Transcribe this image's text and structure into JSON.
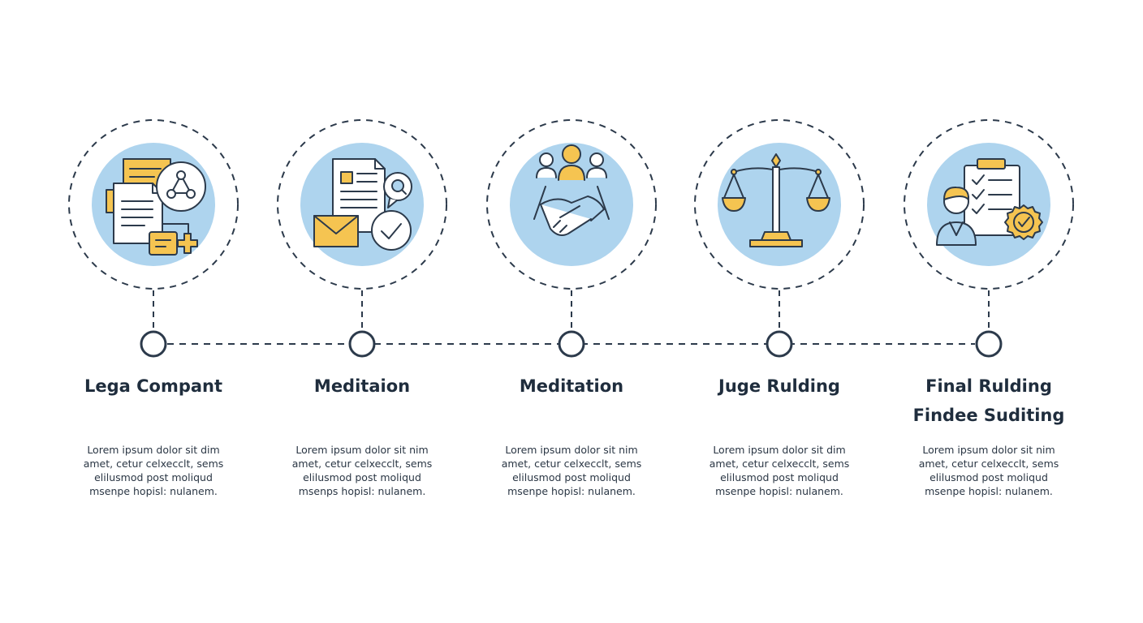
{
  "diagram": {
    "colors": {
      "navy": "#1f2d3d",
      "circle_fill": "#aed4ee",
      "accent_yellow": "#f5c451",
      "outline": "#2c3a4b"
    },
    "steps": [
      {
        "icon": "legal-documents-network-icon",
        "title_lines": [
          "Lega Compant"
        ],
        "description_lines": [
          "Lorem ipsum dolor sit dim",
          "amet, cetur celxecclt, sems",
          "elilusmod post moliqud",
          "msenpe hopisl: nulanem."
        ]
      },
      {
        "icon": "document-envelope-check-icon",
        "title_lines": [
          "Meditaion"
        ],
        "description_lines": [
          "Lorem ipsum dolor sit nim",
          "amet, cetur celxecclt, sems",
          "elilusmod post moliqud",
          "msenps hopisl: nulanem."
        ]
      },
      {
        "icon": "handshake-people-icon",
        "title_lines": [
          "Meditation"
        ],
        "description_lines": [
          "Lorem ipsum dolor sit nim",
          "amet, cetur celxecclt, sems",
          "elilusmod post moliqud",
          "msenpe hopisl: nulanem."
        ]
      },
      {
        "icon": "scales-of-justice-icon",
        "title_lines": [
          "Juge Rulding"
        ],
        "description_lines": [
          "Lorem ipsum dolor sit dim",
          "amet, cetur celxecclt, sems",
          "elilusmod post moliqud",
          "msenpe hopisl: nulanem."
        ]
      },
      {
        "icon": "person-checklist-badge-icon",
        "title_lines": [
          "Final Rulding",
          "Findee Suditing"
        ],
        "description_lines": [
          "Lorem ipsum dolor sit nim",
          "amet, cetur celxecclt, sems",
          "elilusmod post moliqud",
          "msenpe hopisl: nulanem."
        ]
      }
    ]
  }
}
